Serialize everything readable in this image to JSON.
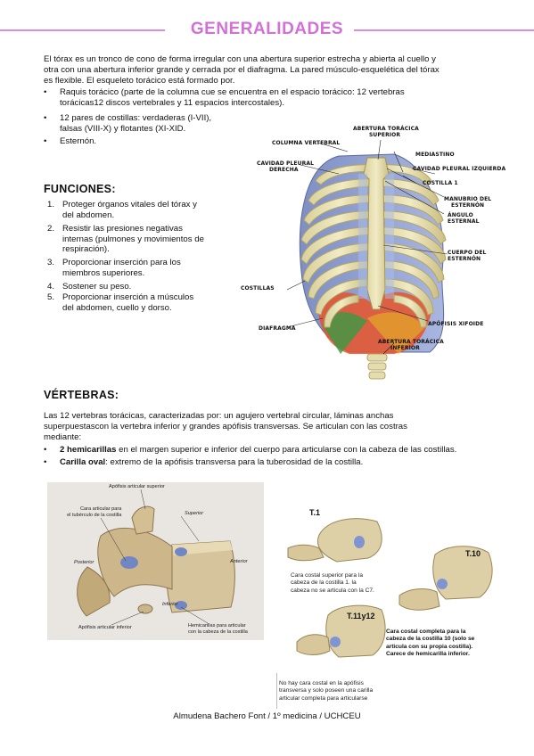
{
  "header": {
    "title": "GENERALIDADES",
    "accent": "#d270d8"
  },
  "intro": {
    "line1": "El tórax es un tronco de cono de forma irregular con una abertura superior estrecha y abierta al cuello y",
    "line2": "otra con una abertura inferior grande y cerrada por el diafragma. La pared músculo-esquelética del tórax",
    "line3": "es flexible. El esqueleto torácico está formado por.",
    "bullets": [
      {
        "l1": "Raquis torácico (parte de la columna cue se encuentra en el espacio torácico: 12 vertebras",
        "l2": "torácicas12 discos vertebrales y 11 espacios intercostales)."
      },
      {
        "l1": "12 pares de costillas: verdaderas (I-VII),",
        "l2": "falsas (VIII-X) y flotantes (XI-XID."
      },
      {
        "l1": "Esternón.",
        "l2": ""
      }
    ]
  },
  "funciones": {
    "title": "FUNCIONES:",
    "items": [
      {
        "n": "1.",
        "l1": "Proteger órganos vitales del tórax y",
        "l2": "del abdomen."
      },
      {
        "n": "2.",
        "l1": "Resistir las presiones negativas",
        "l2": "internas (pulmones y movimientos de",
        "l3": "respiración)."
      },
      {
        "n": "3.",
        "l1": "Proporcionar inserción para los",
        "l2": "miembros superiores."
      },
      {
        "n": "4.",
        "l1": "Sostener su peso."
      },
      {
        "n": "5.",
        "l1": "Proporcionar inserción a músculos",
        "l2": "del abdomen, cuello y dorso."
      }
    ]
  },
  "thorax_labels": {
    "abertura_sup1": "ABERTURA TORÁCICA",
    "abertura_sup2": "SUPERIOR",
    "columna": "COLUMNA VERTEBRAL",
    "mediastino": "MEDIASTINO",
    "cavidad_der1": "CAVIDAD PLEURAL",
    "cavidad_der2": "DERECHA",
    "cavidad_izq": "CAVIDAD PLEURAL IZQUIERDA",
    "costilla1": "COSTILLA 1",
    "manubrio1": "MANUBRIO DEL",
    "manubrio2": "ESTERNÓN",
    "angulo1": "ÁNGULO",
    "angulo2": "ESTERNAL",
    "cuerpo1": "CUERPO DEL",
    "cuerpo2": "ESTERNÓN",
    "costillas": "COSTILLAS",
    "apofisis": "APÓFISIS XIFOIDE",
    "diafragma": "DIAFRAGMA",
    "abertura_inf1": "ABERTURA TORÁCICA",
    "abertura_inf2": "INFERIOR"
  },
  "vertebras": {
    "title": "VÉRTEBRAS:",
    "line1": "Las 12 vertebras torácicas, caracterizadas por: un agujero vertebral circular, láminas anchas",
    "line2": "superpuestascon la vertebra inferior y grandes apófisis transversas. Se articulan con las costras",
    "line3": "mediante:",
    "b1_bold": "2 hemicarillas",
    "b1_rest": " en el margen superior e inferior del cuerpo para articularse con la cabeza de las costillas.",
    "b2_bold": "Carilla oval",
    "b2_rest": ": extremo de la apófisis transversa para la tuberosidad de la costilla."
  },
  "vert_left_labels": {
    "apof_sup": "Apófisis articular superior",
    "cara1": "Cara articular para",
    "cara2": "el tubérculo de la costilla",
    "superior": "Superior",
    "posterior": "Posterior",
    "anterior": "Anterior",
    "inferior": "Inferior",
    "apof_inf": "Apófisis articular inferior",
    "hemi1": "Hemicarillas para articular",
    "hemi2": "con la cabeza de la costilla"
  },
  "vert_right": {
    "t1": "T.1",
    "t10": "T.10",
    "t11": "T.11y12",
    "t1_note1": "Cara costal superior para la",
    "t1_note2": "cabeza de la costilla 1. la",
    "t1_note3": "cabeza no se articula con la C7.",
    "t10_note1": "Cara costal completa para la",
    "t10_note2": "cabeza de la costilla 10 (solo se",
    "t10_note3": "articula con su propia costilla).",
    "t10_note4": "Carece de hemicarilla inferior.",
    "t11_note1": "No hay cara costal en la apófisis",
    "t11_note2": "transversa y solo poseen una carilla",
    "t11_note3": "articular completa para articularse"
  },
  "footer": "Almudena Bachero Font / 1º medicina / UCHCEU"
}
